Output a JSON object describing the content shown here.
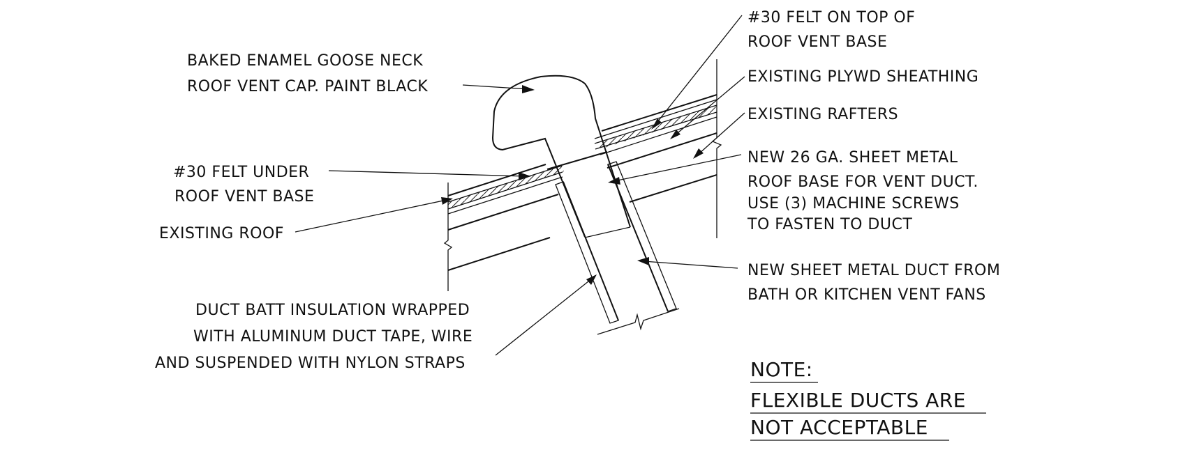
{
  "labels": {
    "felt_top_1": "#30 FELT ON TOP OF",
    "felt_top_2": "ROOF VENT BASE",
    "cap_1": "BAKED ENAMEL GOOSE NECK",
    "cap_2": "ROOF VENT CAP.  PAINT BLACK",
    "plywood": "EXISTING PLYWD SHEATHING",
    "rafters": "EXISTING RAFTERS",
    "felt_under_1": "#30 FELT UNDER",
    "felt_under_2": "ROOF VENT BASE",
    "roof_base_1": "NEW 26 GA. SHEET METAL",
    "roof_base_2": "ROOF BASE FOR VENT DUCT.",
    "roof_base_3": "USE (3) MACHINE SCREWS",
    "roof_base_4": "TO FASTEN TO DUCT",
    "existing_roof": "EXISTING ROOF",
    "duct_1": "NEW SHEET METAL DUCT FROM",
    "duct_2": "BATH OR KITCHEN VENT FANS",
    "insul_1": "DUCT BATT INSULATION WRAPPED",
    "insul_2": "WITH ALUMINUM DUCT TAPE, WIRE",
    "insul_3": "AND SUSPENDED WITH NYLON STRAPS"
  },
  "note": {
    "title": "NOTE:",
    "line1": "FLEXIBLE DUCTS ARE",
    "line2": "NOT ACCEPTABLE"
  }
}
